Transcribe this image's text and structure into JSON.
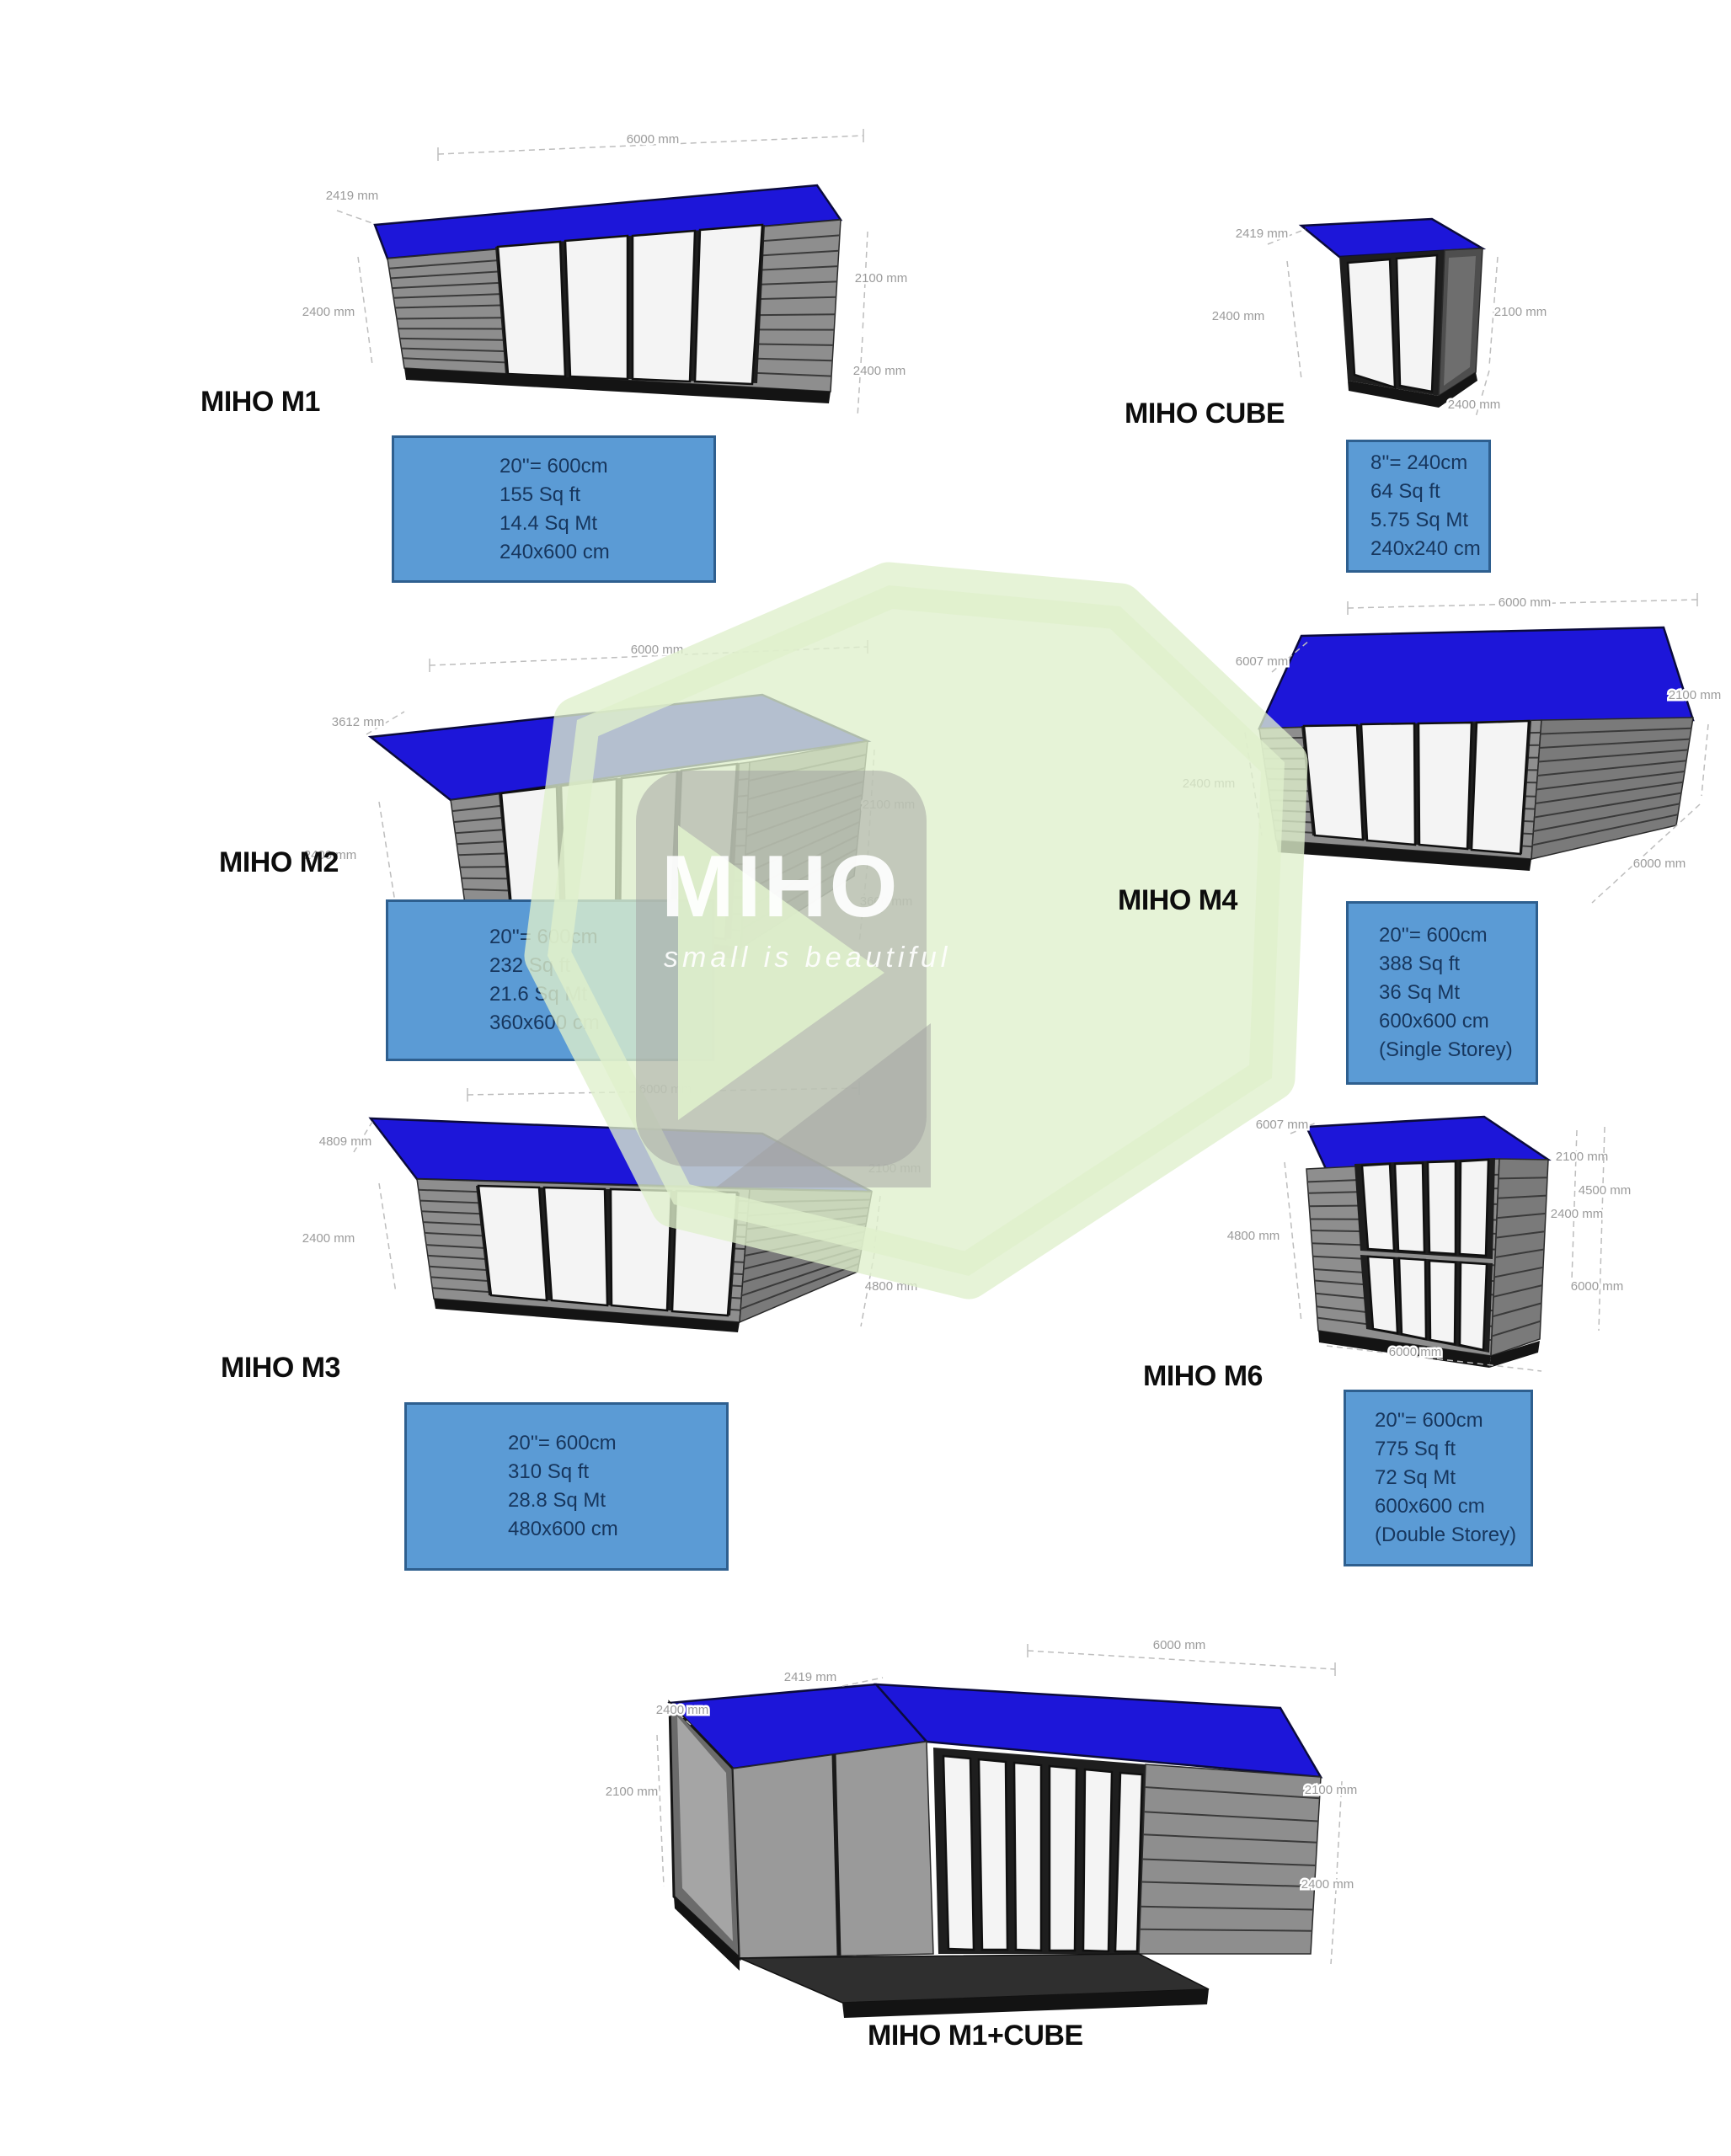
{
  "watermark": {
    "brand": "MIHO",
    "tagline": "small is beautiful"
  },
  "colors": {
    "roof_blue": "#1d16d9",
    "spec_box_fill": "#5b9bd5",
    "spec_box_border": "#2e5f8f",
    "watermark_green": "#dff0cc",
    "dimension_text": "#9b9b9b"
  },
  "models": [
    {
      "id": "m1",
      "label": "MIHO M1",
      "specs": [
        "20''= 600cm",
        "155 Sq ft",
        "14.4 Sq Mt",
        "240x600 cm"
      ],
      "dims": {
        "top": "6000 mm",
        "depth": "2419 mm",
        "left": "2400 mm",
        "right_upper": "2100 mm",
        "right_lower": "2400 mm"
      }
    },
    {
      "id": "cube",
      "label": "MIHO CUBE",
      "specs": [
        "8''= 240cm",
        "64 Sq ft",
        "5.75 Sq Mt",
        "240x240 cm"
      ],
      "dims": {
        "depth": "2419 mm",
        "left": "2400 mm",
        "right_upper": "2100 mm",
        "right_lower": "2400 mm"
      }
    },
    {
      "id": "m2",
      "label": "MIHO M2",
      "specs": [
        "20''= 600cm",
        "232 Sq ft",
        "21.6 Sq Mt",
        "360x600 cm"
      ],
      "dims": {
        "top": "6000 mm",
        "depth": "3612 mm",
        "left": "2400 mm",
        "right_upper": "2100 mm",
        "right_lower": "3600 mm"
      }
    },
    {
      "id": "m4",
      "label": "MIHO M4",
      "specs": [
        "20''= 600cm",
        "388 Sq ft",
        "36 Sq Mt",
        "600x600 cm",
        "(Single Storey)"
      ],
      "dims": {
        "top": "6000 mm",
        "depth": "6007 mm",
        "left": "2400 mm",
        "right_upper": "2100 mm",
        "right_lower": "6000 mm"
      }
    },
    {
      "id": "m3",
      "label": "MIHO M3",
      "specs": [
        "20''= 600cm",
        "310 Sq ft",
        "28.8 Sq Mt",
        "480x600 cm"
      ],
      "dims": {
        "top": "6000 mm",
        "depth": "4809 mm",
        "left": "2400 mm",
        "right_upper": "2100 mm",
        "right_lower": "4800 mm"
      }
    },
    {
      "id": "m6",
      "label": "MIHO M6",
      "specs": [
        "20''= 600cm",
        "775 Sq ft",
        "72 Sq Mt",
        "600x600 cm",
        "(Double Storey)"
      ],
      "dims": {
        "depth": "6007 mm",
        "left": "4800 mm",
        "right_upper": "2100 mm",
        "right_mid_upper": "4500 mm",
        "right_mid_lower": "2400 mm",
        "right_lower": "6000 mm",
        "bottom": "6000 mm"
      }
    },
    {
      "id": "m1cube",
      "label": "MIHO M1+CUBE",
      "dims": {
        "top": "6000 mm",
        "depth": "2419 mm",
        "left_upper": "2400 mm",
        "left_lower": "2100 mm",
        "right_upper": "2100 mm",
        "right_lower": "2400 mm"
      }
    }
  ]
}
